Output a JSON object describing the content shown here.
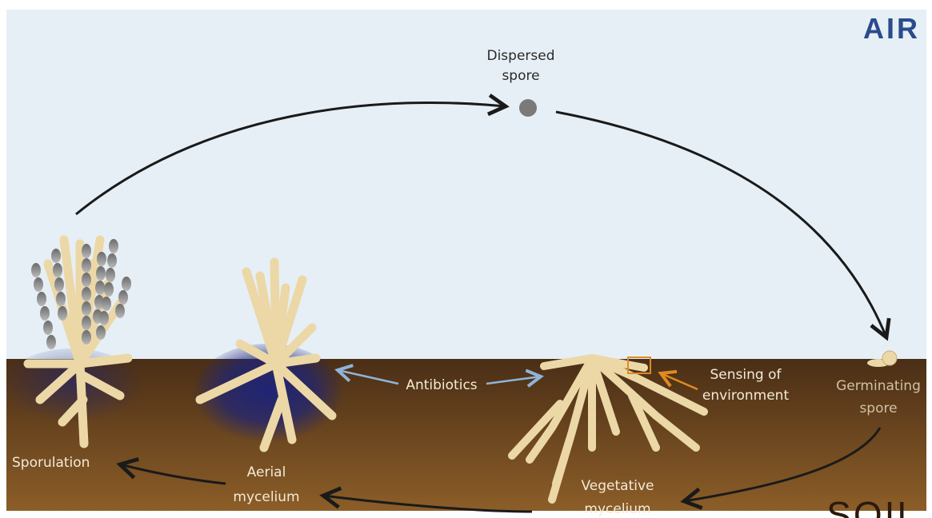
{
  "labels": {
    "air": "AIR",
    "soil": "SOIL",
    "dispersed_spore": [
      "Dispersed",
      "spore"
    ],
    "germinating_spore": [
      "Germinating",
      "spore"
    ],
    "sensing": [
      "Sensing of",
      "environment"
    ],
    "antibiotics": "Antibiotics",
    "vegetative": [
      "Vegetative",
      "mycelium"
    ],
    "aerial": [
      "Aerial",
      "mycelium"
    ],
    "sporulation": "Sporulation"
  },
  "colors": {
    "sky": "#e6eff6",
    "soil_top": "#4a2e16",
    "soil_bottom": "#8c5e28",
    "hyphae": "#ecd8a6",
    "hyphae_edge": "#c9ad73",
    "antibiotic_halo": "#1c237a",
    "spore": "#7a7a7a",
    "arrow": "#1a1a1a",
    "antibiotic_arrow": "#8fb4d8",
    "sensing_arrow": "#e08a22",
    "air_text": "#2a4b8c",
    "soil_text": "#2a1a0c"
  }
}
